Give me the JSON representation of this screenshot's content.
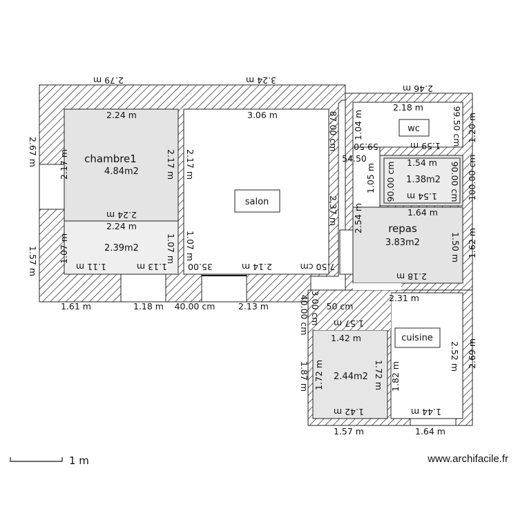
{
  "plan": {
    "rooms": {
      "chambre1": {
        "name": "chambre1",
        "area": "4.84m2",
        "top": "2.24 m",
        "left": "2.17 m",
        "right": "2.17 m",
        "bottom": "2.24 m"
      },
      "closet_left": {
        "area": "2.39m2",
        "top": "2.24 m",
        "left": "1.07 m",
        "right": "1.07 m",
        "bottom_a": "1.11 m",
        "bottom_b": "1.13 m"
      },
      "salon": {
        "name": "salon",
        "top": "3.06 m",
        "left": "2.17 m",
        "right": "2.37 m",
        "right_top": "87.00 cm",
        "bottom_a": "35.00",
        "bottom_b": "2.14 m",
        "bottom_c": "7.50 cm",
        "left_bottom": "1.07 m"
      },
      "wc": {
        "name": "wc",
        "top": "2.18 m",
        "left": "1.04 m",
        "right": "99.50 cm",
        "bottom": "1.59 m"
      },
      "small_room": {
        "area": "1.38m2",
        "top": "1.54 m",
        "left": "90.00 cm",
        "right": "90.00 cm",
        "bottom": "1.54 m",
        "left_outer": "1.05 m",
        "top_left_a": "59.50",
        "top_left_b": "54.50"
      },
      "repas": {
        "name": "repas",
        "area": "3.83m2",
        "top": "1.64 m",
        "left": "2.54 m",
        "right": "1.50 m",
        "bottom": "2.18 m"
      },
      "bath": {
        "area": "2.44m2",
        "top": "1.42 m",
        "left": "1.72 m",
        "right": "1.72 m",
        "bottom": "1.42 m",
        "top_outer": "1.57 m",
        "left_outer": "1.87 m"
      },
      "cuisine": {
        "name": "cuisine",
        "left": "1.82 m",
        "right": "2.52 m",
        "bottom": "1.44 m"
      }
    },
    "exterior": {
      "top_1": "2.79 m",
      "top_2": "3.24 m",
      "top_3": "2.46 m",
      "left_1": "2.67 m",
      "left_2": "1.57 m",
      "right_1": "1.20 m",
      "right_2": "100.00 cm",
      "right_3": "1.62 m",
      "right_4": "2.69 m",
      "bottom_1": "1.61 m",
      "bottom_2": "1.18 m",
      "bottom_3": "40.00 cm",
      "bottom_4": "2.13 m",
      "bottom_5": "50 cm",
      "mid_right": "2.31 m",
      "bottom_bath": "1.57 m",
      "bottom_kitchen": "1.64 m",
      "corridor_v1": "40.00 cm",
      "corridor_v2": "3.00 cm"
    },
    "scale_label": "1 m",
    "credit": "www.archifacile.fr"
  }
}
